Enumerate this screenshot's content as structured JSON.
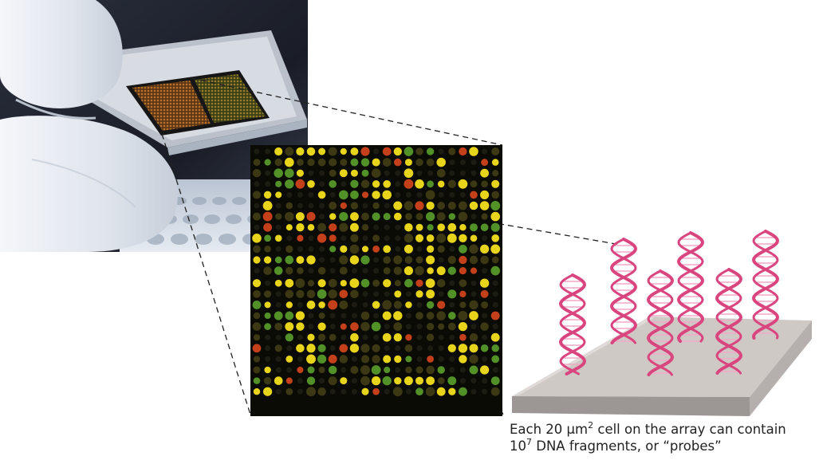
{
  "caption": {
    "line1_prefix": "Each 20 µm",
    "line1_sup": "2",
    "line1_suffix": " cell on the array can contain",
    "line2_base": "10",
    "line2_sup": "7",
    "line2_suffix": " DNA fragments, or “probes”"
  },
  "colors": {
    "dna_strand": "#d9467f",
    "dna_light": "#f2a9c7",
    "slab_top": "#cfc9c6",
    "slab_side": "#a8a2a0",
    "array_bg": "#0b0b06",
    "spot_yellow": "#f4e01c",
    "spot_green": "#5aa02c",
    "spot_red": "#d8461e",
    "glove": "#e8ecf2"
  },
  "icons": [
    "microarray-photo",
    "fluorescent-array-zoom",
    "dna-probe-helix"
  ]
}
